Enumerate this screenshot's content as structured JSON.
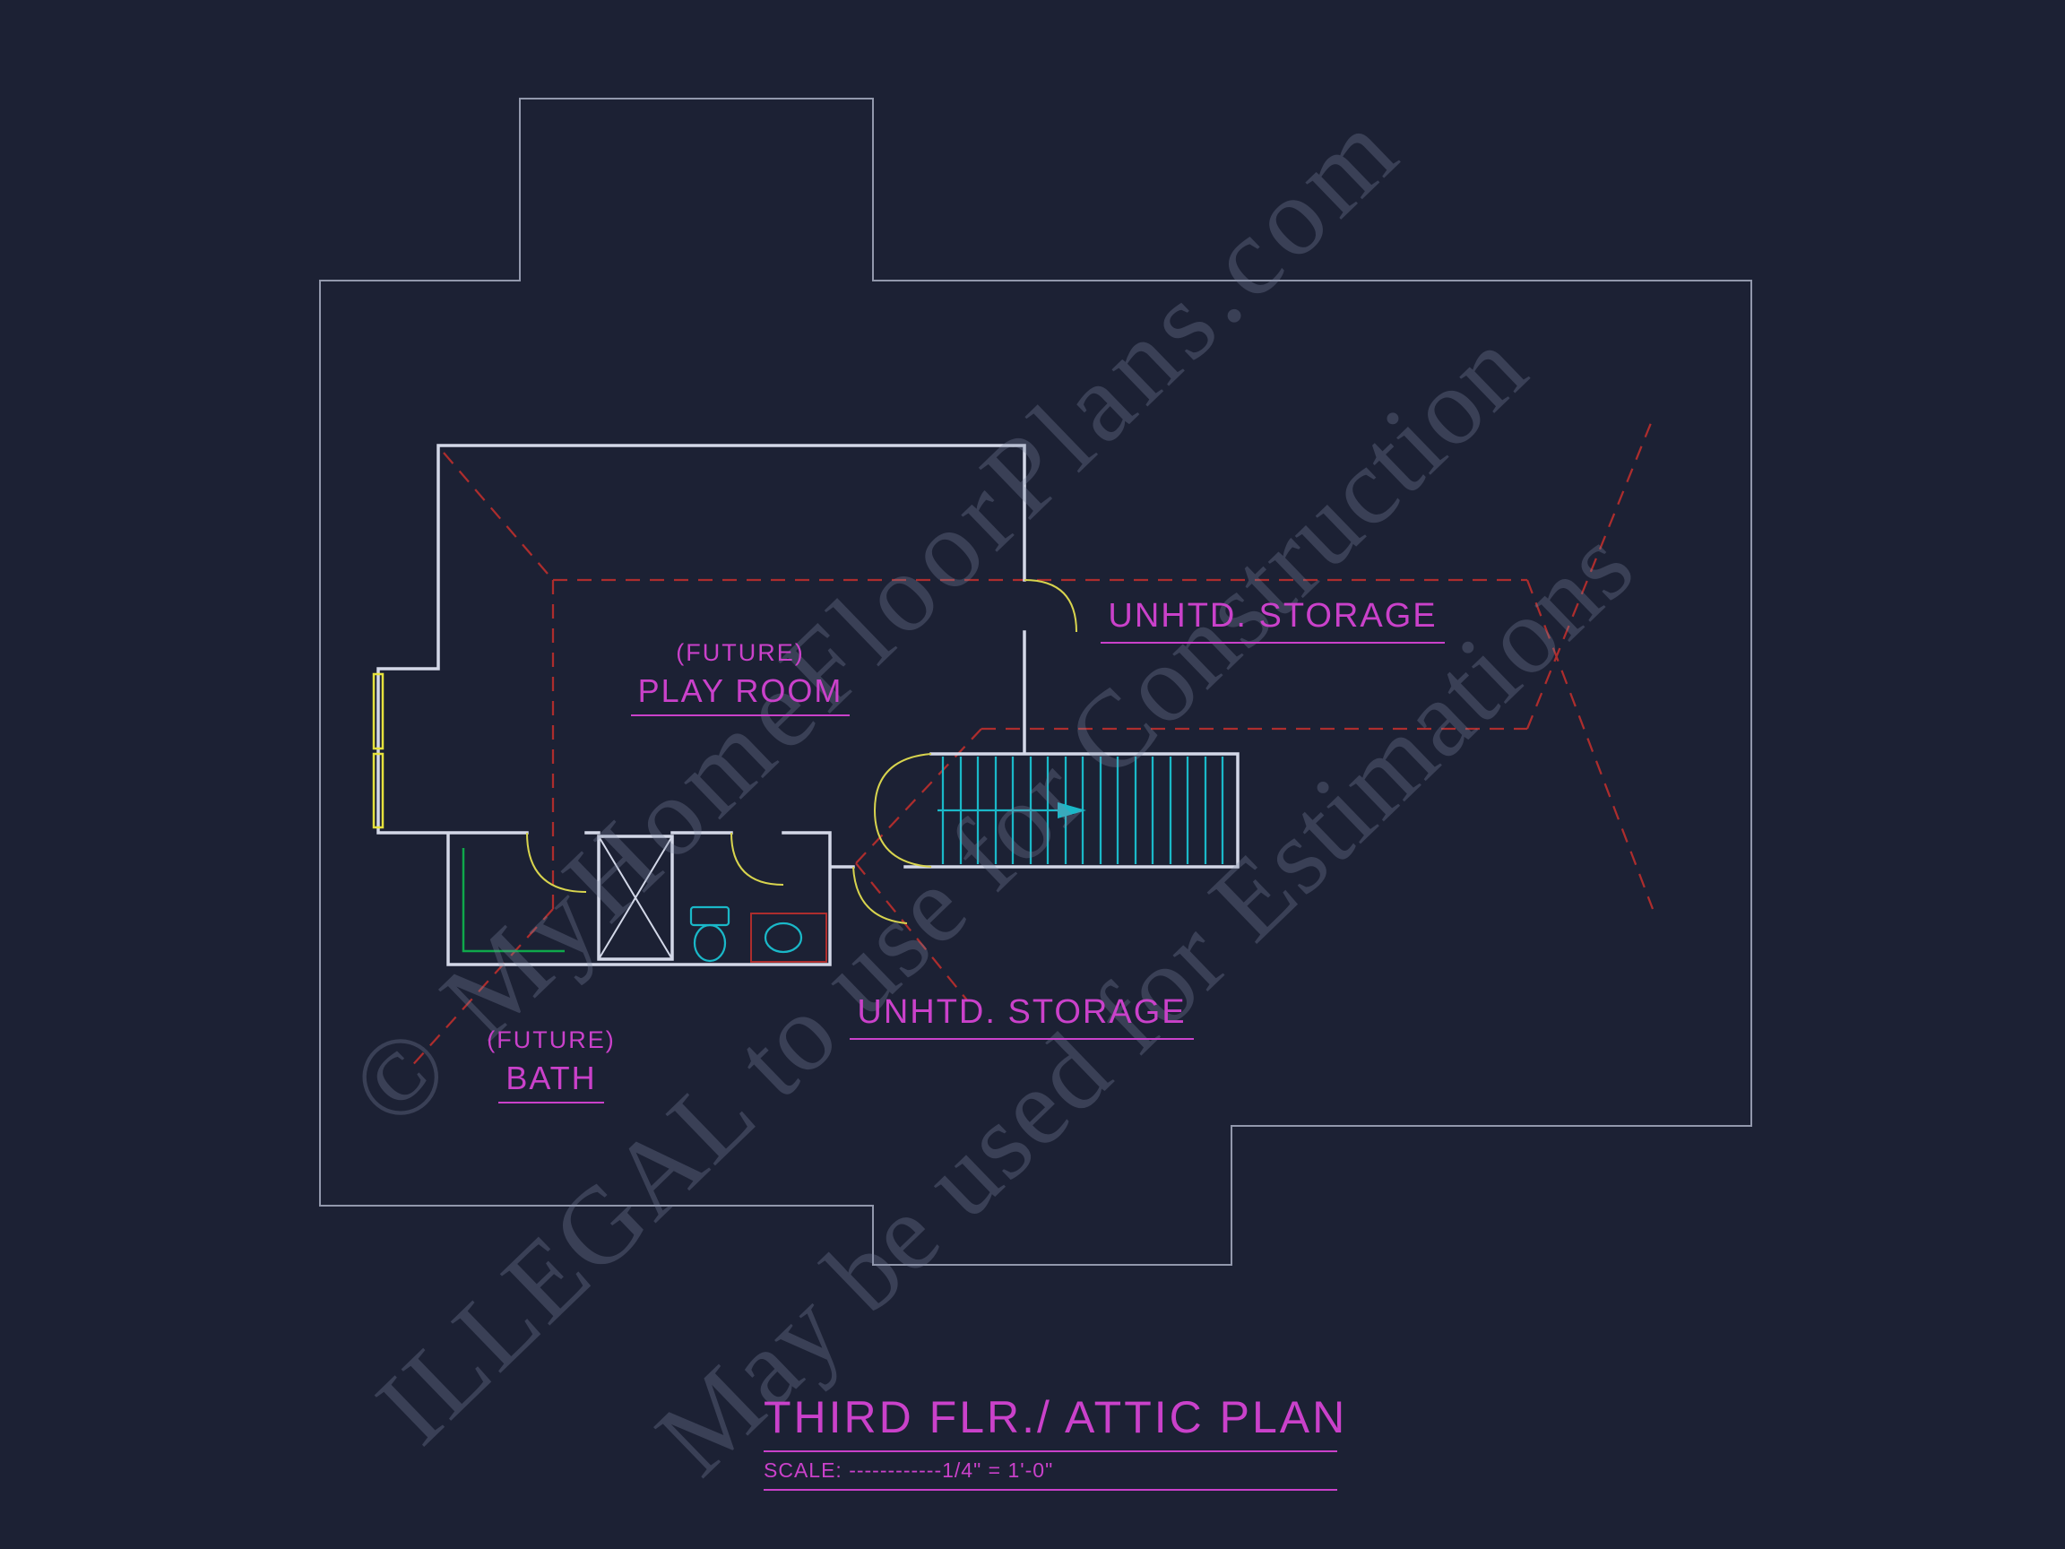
{
  "colors": {
    "bg": "#1c2134",
    "outline": "#9298ac",
    "wall": "#d3d8e8",
    "roof": "#ad2d2d",
    "stairs": "#1ab8c8",
    "window": "#e6e23c",
    "door": "#d8d44e",
    "closet": "#0fa84a",
    "label": "#ca41ca",
    "watermark": "#808aa6"
  },
  "rooms": {
    "play_room": {
      "prefix": "(FUTURE)",
      "name": "PLAY ROOM"
    },
    "storage_right": {
      "name": "UNHTD. STORAGE"
    },
    "storage_bottom": {
      "name": "UNHTD. STORAGE"
    },
    "bath": {
      "prefix": "(FUTURE)",
      "name": "BATH"
    }
  },
  "titleblock": {
    "title": "THIRD FLR./ ATTIC PLAN",
    "scale": "SCALE: ------------1/4\" = 1'-0\""
  },
  "watermark": {
    "line1": "© MyHomeFloorPlans.com",
    "line2": "ILLEGAL to use for Construction",
    "line3": "May be used for Estimations"
  }
}
